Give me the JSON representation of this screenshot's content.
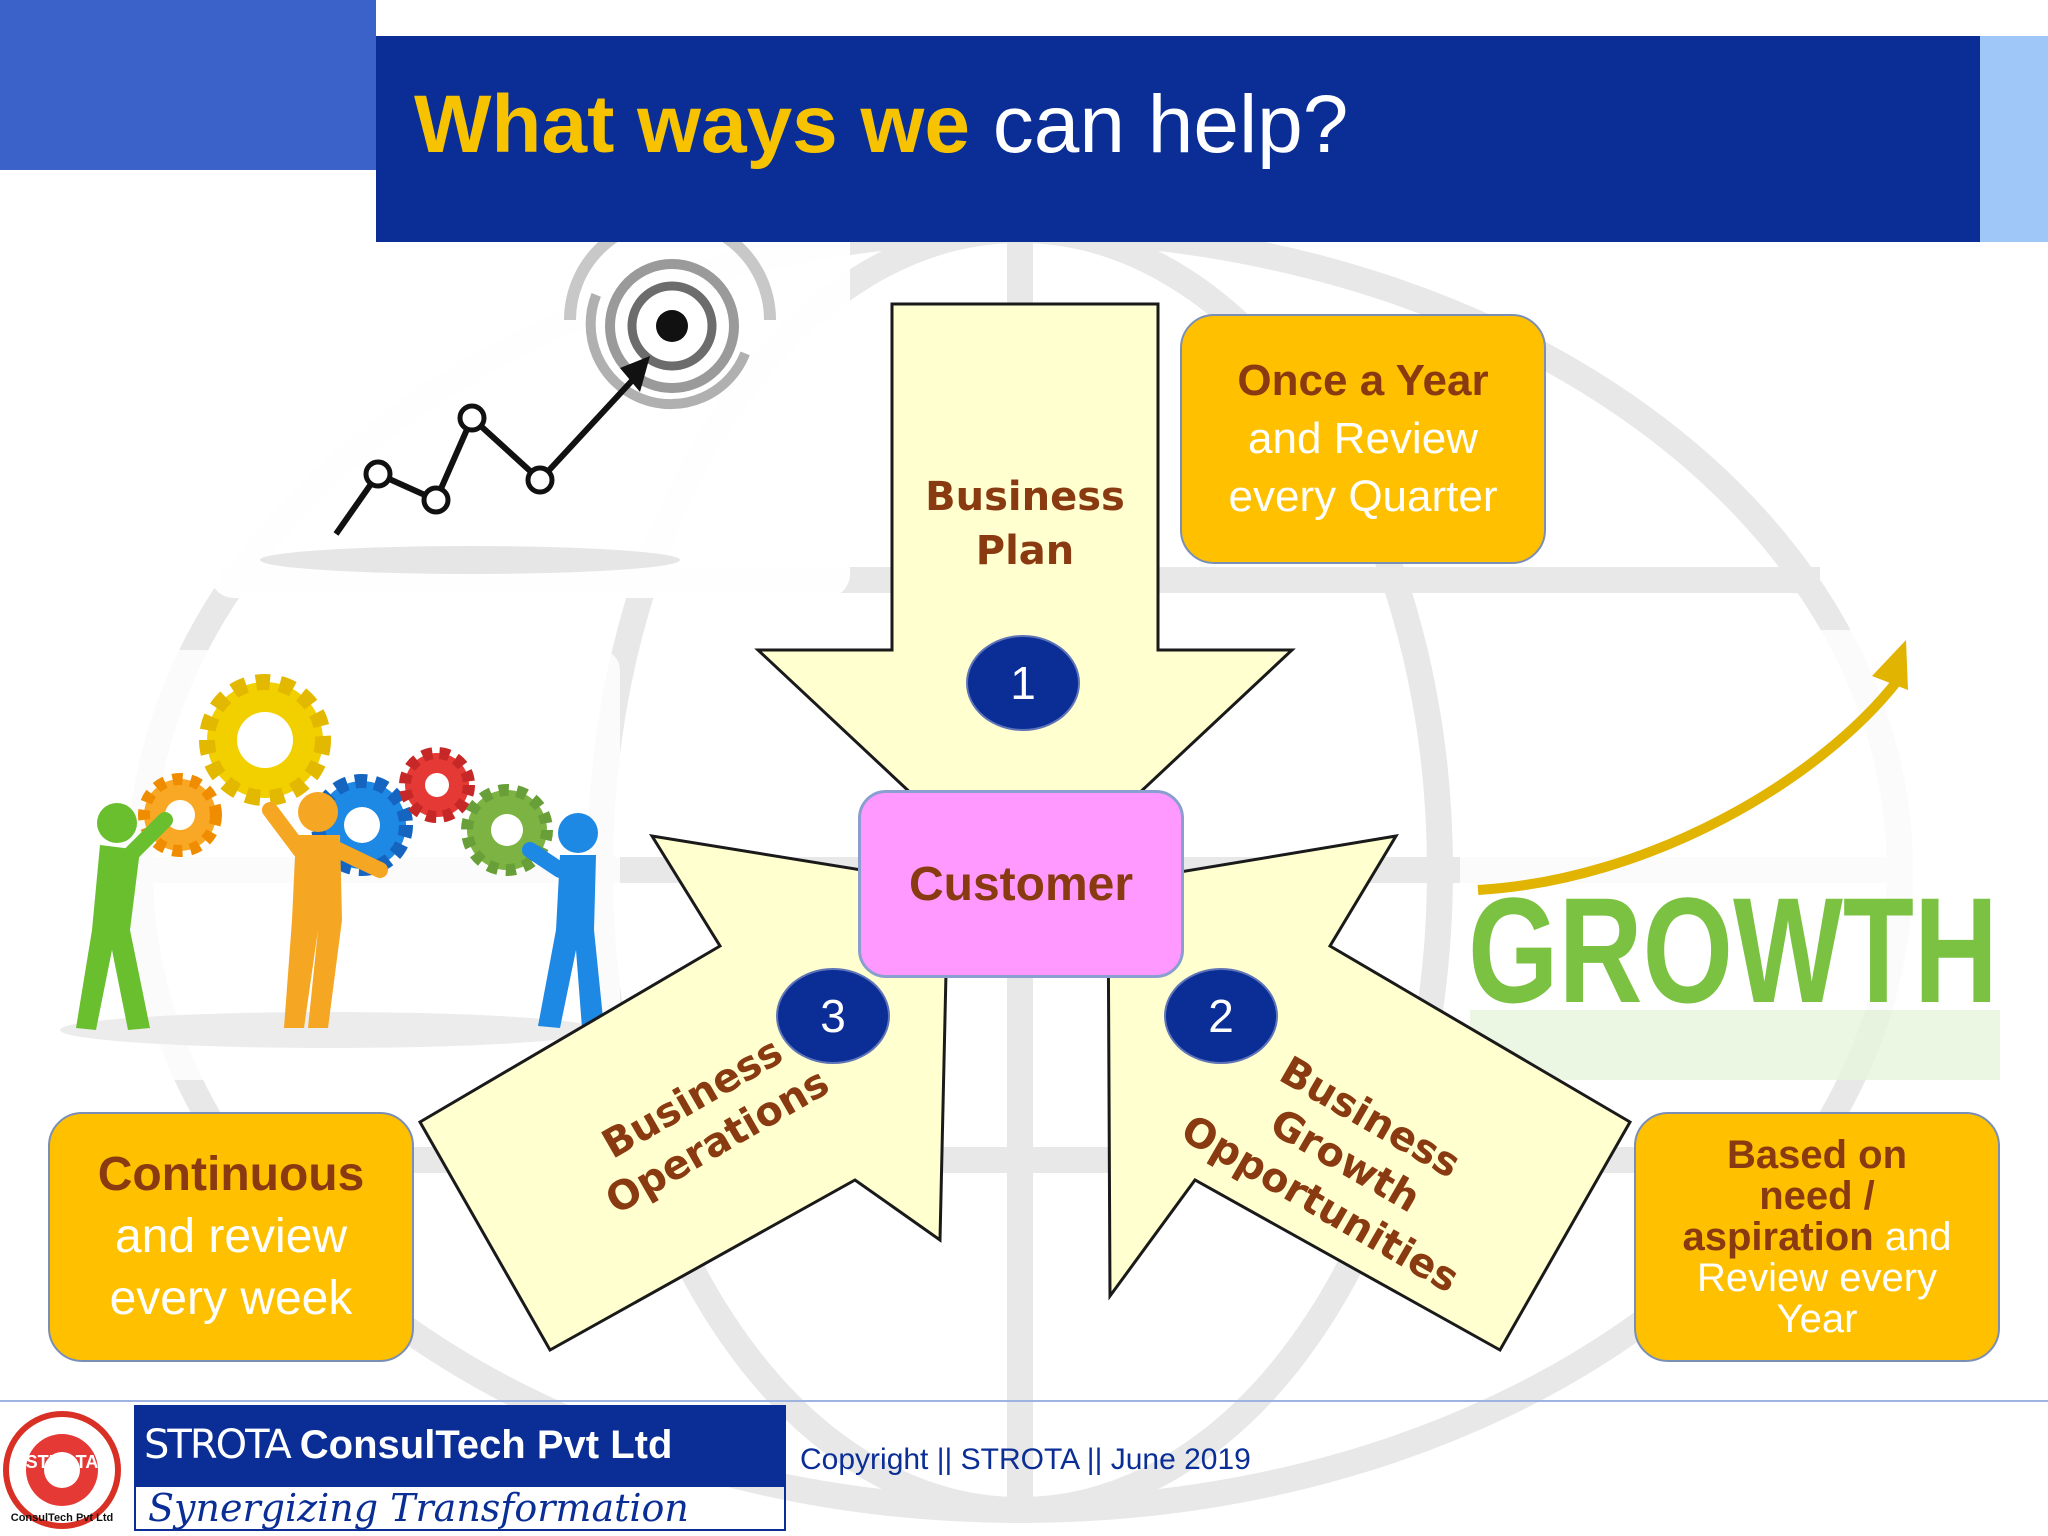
{
  "slide": {
    "title_highlight": "What ways we",
    "title_rest": "can help?"
  },
  "arrows": {
    "top": {
      "line1": "Business",
      "line2": "Plan",
      "number": "1"
    },
    "right": {
      "line1": "Business",
      "line2": "Growth",
      "line3": "Opportunities",
      "number": "2"
    },
    "left": {
      "line1": "Business",
      "line2": "Operations",
      "number": "3"
    }
  },
  "center": {
    "label": "Customer"
  },
  "notes": {
    "top_right": {
      "line1": "Once a Year",
      "line2": "and Review",
      "line3": "every Quarter"
    },
    "bottom_left": {
      "line1": "Continuous",
      "line2": "and review",
      "line3": "every week"
    },
    "bottom_right": {
      "line1": "Based on",
      "line2": "need /",
      "line3_bold": "aspiration",
      "line3_rest": " and",
      "line4": "Review every",
      "line5": "Year"
    }
  },
  "images": {
    "growth_word": "GROWTH"
  },
  "footer": {
    "company_brand": "STROTA",
    "company_name": "ConsulTech  Pvt Ltd",
    "tagline": "Synergizing Transformation",
    "copyright": "Copyright || STROTA  || June 2019",
    "logo_text": "STROTA",
    "logo_subtext": "ConsulTech Pvt Ltd"
  },
  "colors": {
    "title_bar": "#0a2e96",
    "title_highlight": "#f7c300",
    "note_fill": "#ffc000",
    "arrow_fill": "#ffffd0",
    "customer_fill": "#ff99ff",
    "label_brown": "#8a3a10"
  }
}
